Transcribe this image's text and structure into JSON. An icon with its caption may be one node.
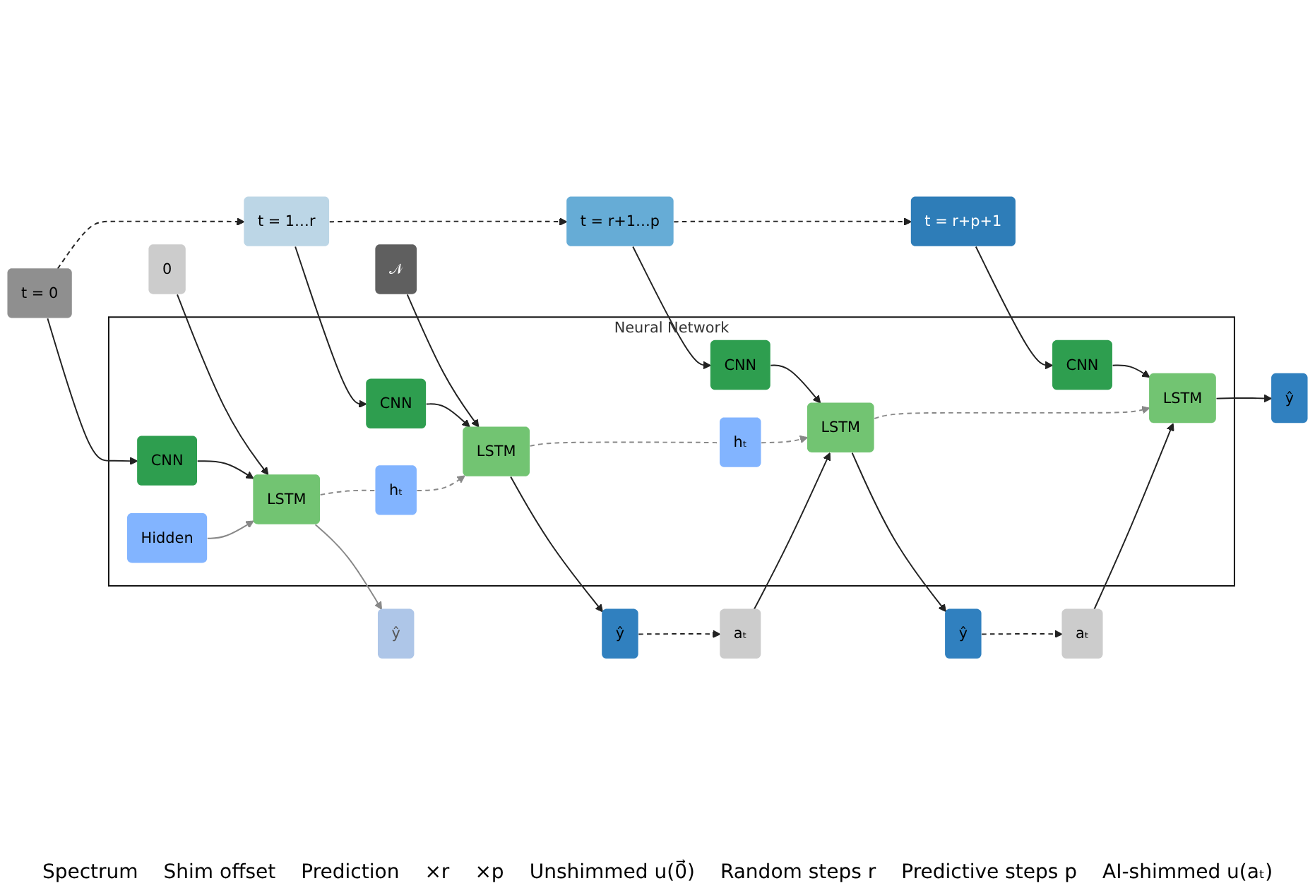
{
  "diagram": {
    "nodes": [
      {
        "text": [
          "t = 0"
        ]
      },
      {
        "text": [
          "t = 1…r"
        ]
      },
      {
        "text": [
          "t = r+1…p"
        ]
      },
      {
        "text": [
          "t = r+p+1"
        ]
      },
      {
        "text": [
          "0"
        ]
      },
      {
        "text": [
          "𝒩"
        ]
      },
      {
        "text": [
          "aₜ"
        ]
      },
      {
        "text": [
          "aₜ"
        ]
      },
      {
        "text": [
          "Neural Network"
        ]
      },
      {
        "text": [
          "CNN"
        ],
        "in": 8
      },
      {
        "text": [
          "CNN"
        ],
        "in": 8
      },
      {
        "text": [
          "CNN"
        ],
        "in": 8
      },
      {
        "text": [
          "CNN"
        ],
        "in": 8
      },
      {
        "text": [
          "Hidden"
        ],
        "in": 8
      },
      {
        "text": [
          "LSTM"
        ],
        "in": 8
      },
      {
        "text": [
          "hₜ"
        ],
        "in": 8
      },
      {
        "text": [
          "LSTM"
        ],
        "in": 8
      },
      {
        "text": [
          "hₜ"
        ],
        "in": 8
      },
      {
        "text": [
          "LSTM"
        ],
        "in": 8
      },
      {
        "text": [
          "LSTM"
        ],
        "in": 8
      },
      {
        "text": [
          "ŷ"
        ]
      },
      {
        "text": [
          "ŷ"
        ]
      },
      {
        "text": [
          "ŷ"
        ]
      },
      {
        "text": [
          "ŷ"
        ]
      }
    ],
    "edges": [
      {
        "from": 0,
        "to": 1,
        "arrow": "to",
        "style": "dashed"
      },
      {
        "from": 1,
        "to": 2,
        "arrow": "to",
        "style": "dashed"
      },
      {
        "from": 2,
        "to": 3,
        "arrow": "to",
        "style": "dashed"
      },
      {
        "from": 0,
        "to": 9,
        "arrow": "to"
      },
      {
        "from": 1,
        "to": 10,
        "arrow": "to"
      },
      {
        "from": 2,
        "to": 11,
        "arrow": "to"
      },
      {
        "from": 3,
        "to": 12,
        "arrow": "to"
      },
      {
        "from": 4,
        "to": 14,
        "arrow": "to"
      },
      {
        "from": 5,
        "to": 16,
        "arrow": "to"
      },
      {
        "from": 6,
        "to": 18,
        "arrow": "to"
      },
      {
        "from": 7,
        "to": 19,
        "arrow": "to"
      },
      {
        "from": 9,
        "to": 14,
        "arrow": "to"
      },
      {
        "from": 10,
        "to": 16,
        "arrow": "to"
      },
      {
        "from": 11,
        "to": 18,
        "arrow": "to"
      },
      {
        "from": 12,
        "to": 19,
        "arrow": "to"
      },
      {
        "from": 13,
        "to": 14,
        "arrow": "to",
        "color": "#888888"
      },
      {
        "from": 14,
        "to": 15,
        "arrow": "none",
        "style": "dashed",
        "color": "#888888"
      },
      {
        "from": 15,
        "to": 16,
        "arrow": "to",
        "style": "dashed",
        "color": "#888888"
      },
      {
        "from": 16,
        "to": 17,
        "arrow": "none",
        "style": "dashed",
        "color": "#888888"
      },
      {
        "from": 17,
        "to": 18,
        "arrow": "to",
        "style": "dashed",
        "color": "#888888"
      },
      {
        "from": 18,
        "to": 19,
        "arrow": "to",
        "style": "dashed",
        "color": "#888888"
      },
      {
        "from": 14,
        "to": 20,
        "arrow": "to",
        "color": "#888888"
      },
      {
        "from": 16,
        "to": 21,
        "arrow": "to"
      },
      {
        "from": 18,
        "to": 22,
        "arrow": "to"
      },
      {
        "from": 19,
        "to": 23,
        "arrow": "to"
      },
      {
        "from": 21,
        "to": 6,
        "arrow": "to",
        "style": "dashed"
      },
      {
        "from": 22,
        "to": 7,
        "arrow": "to",
        "style": "dashed"
      }
    ],
    "labels": [
      "Spectrum",
      "Shim offset",
      "Prediction",
      "×r",
      "×p",
      "Unshimmed u(0⃗)",
      "Random steps r",
      "Predictive steps p",
      "AI-shimmed u(aₜ)"
    ]
  }
}
